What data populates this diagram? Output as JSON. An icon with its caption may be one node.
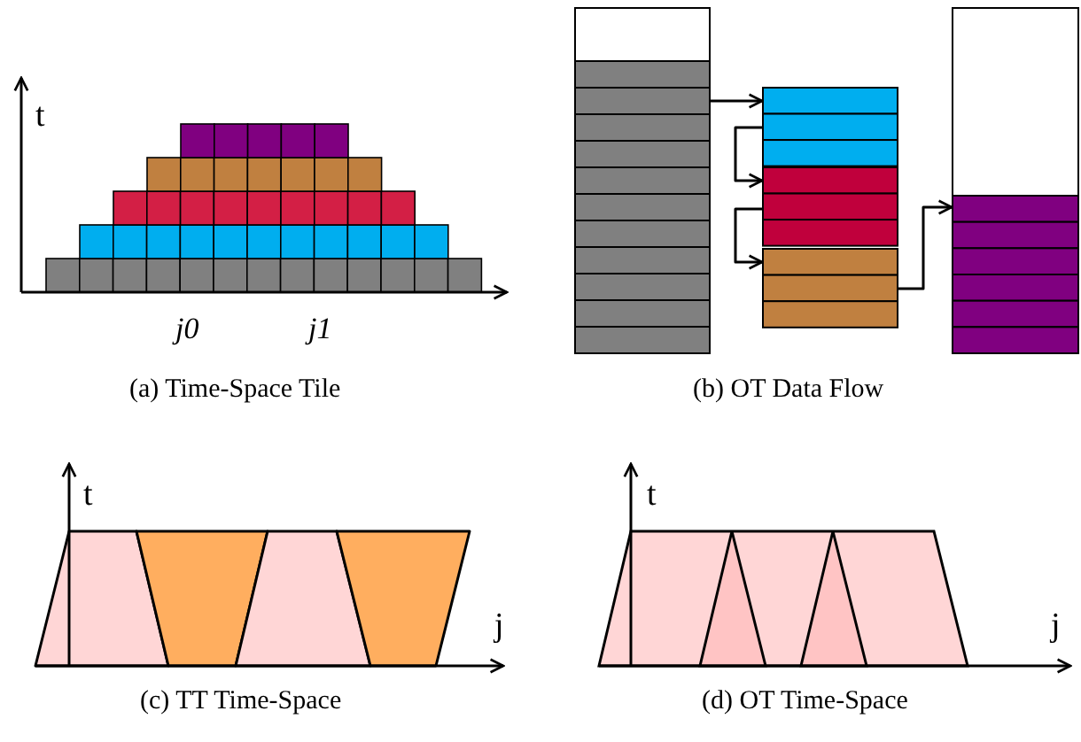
{
  "diagram": {
    "nodes": [
      {
        "text": [],
        "shape": "box"
      },
      {
        "text": [],
        "shape": "box"
      },
      {
        "text": [],
        "shape": "box"
      },
      {
        "text": [],
        "shape": "box"
      },
      {
        "text": [],
        "shape": "box"
      }
    ],
    "edges": [
      {
        "from": 0,
        "to": 1,
        "arrow": "to"
      },
      {
        "from": 1,
        "to": 2,
        "arrow": "to"
      },
      {
        "from": 2,
        "to": 3,
        "arrow": "to"
      },
      {
        "from": 3,
        "to": 4,
        "arrow": "to"
      }
    ],
    "labels": [
      "t",
      "j0",
      "j1",
      "(a) Time-Space Tile",
      "(b) OT Data Flow",
      "t",
      "j",
      "(c) TT Time-Space",
      "t",
      "j",
      "(d) OT Time-Space"
    ]
  }
}
